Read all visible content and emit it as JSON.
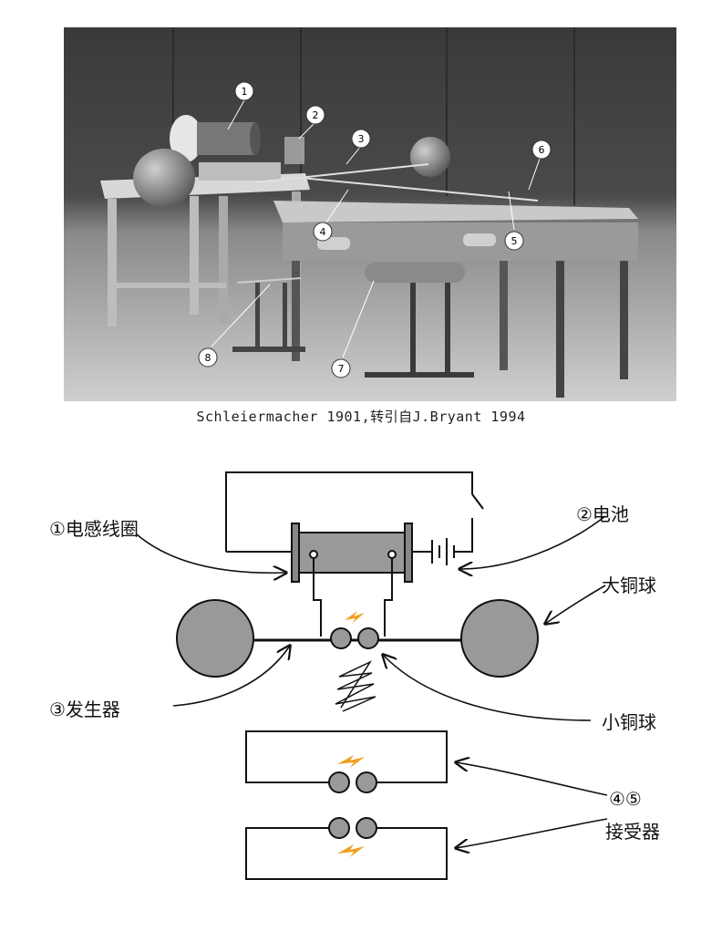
{
  "photo": {
    "callouts": [
      "1",
      "2",
      "3",
      "4",
      "5",
      "6",
      "7",
      "8"
    ]
  },
  "caption": "Schleiermacher 1901,转引自J.Bryant 1994",
  "diagram": {
    "labels": {
      "induction_coil": "①电感线圈",
      "battery": "②电池",
      "large_copper_ball": "大铜球",
      "generator": "③发生器",
      "small_copper_ball": "小铜球",
      "receiver_numbers": "④⑤",
      "receiver": "接受器"
    },
    "colors": {
      "ball_fill": "#999999",
      "coil_fill": "#999999",
      "spark": "#f0a020",
      "line": "#111111"
    },
    "icons": [
      "spark-icon",
      "battery-icon",
      "wave-icon"
    ]
  }
}
